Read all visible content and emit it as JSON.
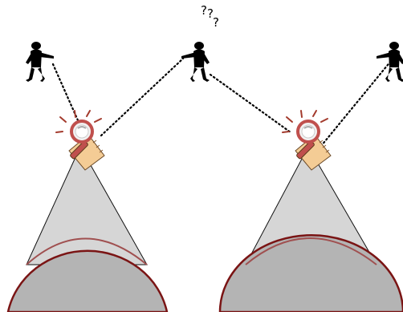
{
  "question_marks": [
    "?",
    "?",
    "?"
  ],
  "colors": {
    "person": "#000000",
    "link_dots": "#000000",
    "cone_fill": "#d6d6d6",
    "cone_stroke": "#111111",
    "earth_fill": "#b4b4b4",
    "earth_stroke": "#7a1414",
    "coverage_arc": "#a05050",
    "satellite_body": "#f4cc95",
    "satellite_accent": "#c0504d",
    "satellite_ray": "#a33a2c"
  },
  "icons": {
    "person": "stick-figure-pointing",
    "satellite": "magnifying-glass-satellite",
    "planet": "earth-segment"
  }
}
